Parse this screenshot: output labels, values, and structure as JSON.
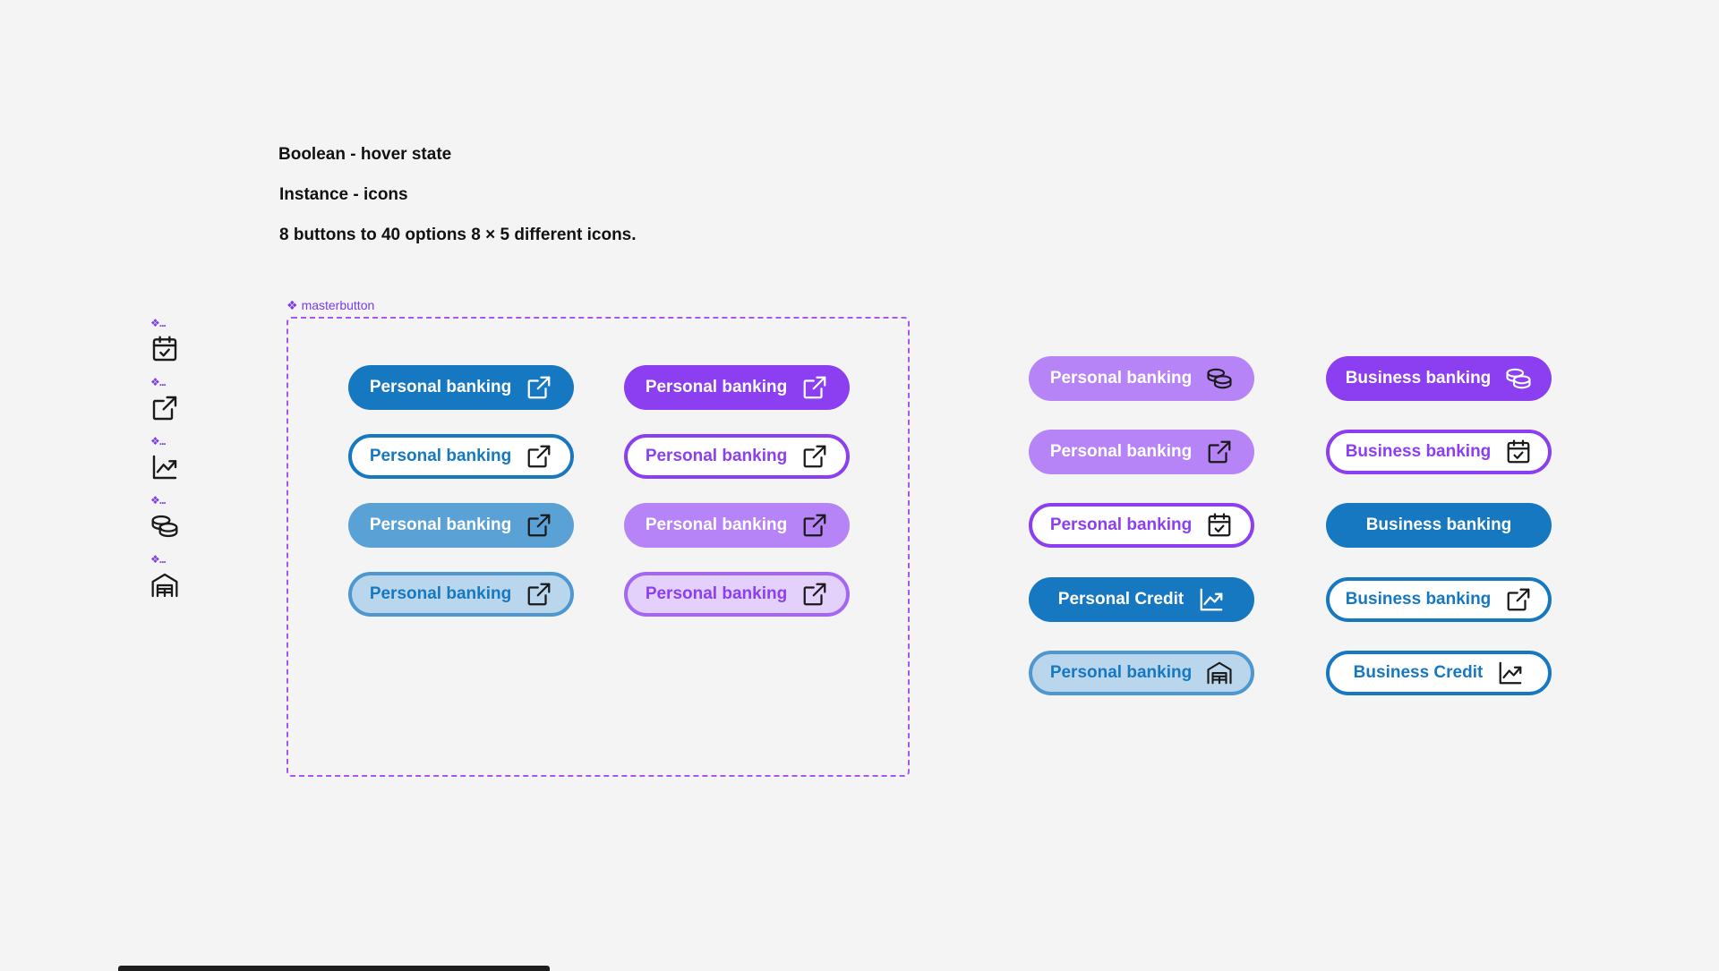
{
  "notes": {
    "line1": "Boolean  - hover state",
    "line2": "Instance - icons",
    "line3": "8 buttons to 40 options  8 × 5 different icons."
  },
  "component_marker": "❖...",
  "side_icons": [
    "calendar-check-icon",
    "external-link-icon",
    "trending-up-icon",
    "coins-icon",
    "warehouse-icon"
  ],
  "frame": {
    "label_glyph": "❖",
    "label": "masterbutton"
  },
  "master_buttons": [
    {
      "label": "Personal banking",
      "variant": "blue-solid",
      "icon": "external-link-icon"
    },
    {
      "label": "Personal banking",
      "variant": "purple-solid",
      "icon": "external-link-icon"
    },
    {
      "label": "Personal banking",
      "variant": "blue-outline",
      "icon": "external-link-icon"
    },
    {
      "label": "Personal banking",
      "variant": "purple-outline",
      "icon": "external-link-icon"
    },
    {
      "label": "Personal banking",
      "variant": "blue-light",
      "icon": "external-link-icon"
    },
    {
      "label": "Personal banking",
      "variant": "purple-light",
      "icon": "external-link-icon"
    },
    {
      "label": "Personal banking",
      "variant": "blue-pale",
      "icon": "external-link-icon"
    },
    {
      "label": "Personal banking",
      "variant": "purple-pale",
      "icon": "external-link-icon"
    }
  ],
  "instance_buttons": [
    {
      "label": "Personal banking",
      "variant": "purple-light",
      "icon": "coins-icon"
    },
    {
      "label": "Business banking",
      "variant": "purple-solid",
      "icon": "coins-icon"
    },
    {
      "label": "Personal banking",
      "variant": "purple-light",
      "icon": "external-link-icon"
    },
    {
      "label": "Business banking",
      "variant": "purple-outline",
      "icon": "calendar-check-icon"
    },
    {
      "label": "Personal banking",
      "variant": "purple-outline",
      "icon": "calendar-check-icon"
    },
    {
      "label": "Business banking",
      "variant": "blue-solid",
      "icon": ""
    },
    {
      "label": "Personal Credit",
      "variant": "blue-solid",
      "icon": "trending-up-icon"
    },
    {
      "label": "Business banking",
      "variant": "blue-outline",
      "icon": "external-link-icon"
    },
    {
      "label": "Personal banking",
      "variant": "blue-pale",
      "icon": "warehouse-icon"
    },
    {
      "label": "Business Credit",
      "variant": "blue-outline",
      "icon": "trending-up-icon"
    }
  ],
  "colors": {
    "blue": "#1778c2",
    "purple": "#8b3ff0",
    "background": "#f4f4f4"
  }
}
